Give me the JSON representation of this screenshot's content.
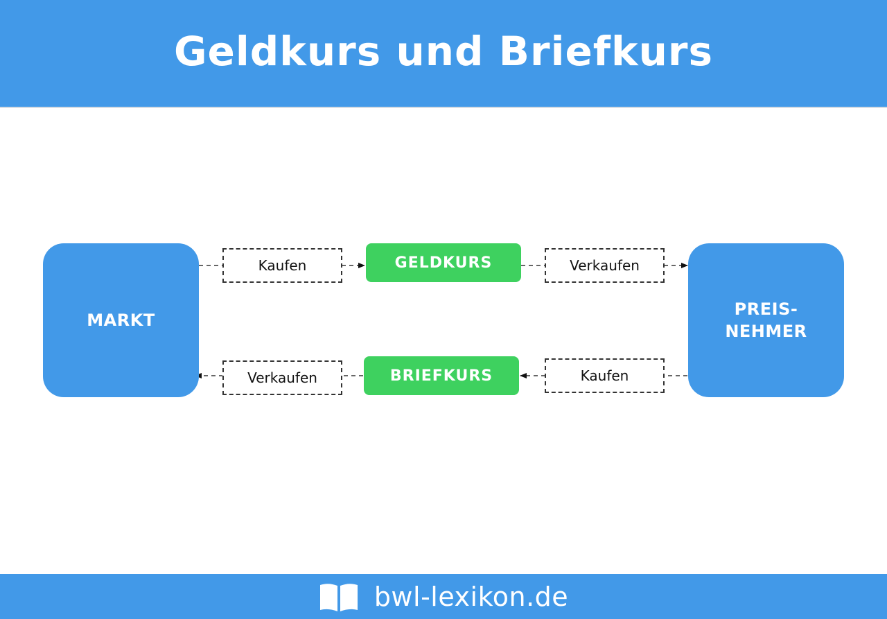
{
  "header": {
    "title": "Geldkurs und Briefkurs"
  },
  "diagram": {
    "nodes": {
      "markt": "MARKT",
      "preisnehmer": "PREIS-\nNEHMER",
      "geldkurs": "GELDKURS",
      "briefkurs": "BRIEFKURS"
    },
    "actions": {
      "top_left": "Kaufen",
      "top_right": "Verkaufen",
      "bottom_left": "Verkaufen",
      "bottom_right": "Kaufen"
    },
    "colors": {
      "entity": "#4299e8",
      "rate": "#3ed15f",
      "connector": "#333333"
    }
  },
  "footer": {
    "brand": "bwl-lexikon.de",
    "logo_icon": "open-book-icon"
  }
}
